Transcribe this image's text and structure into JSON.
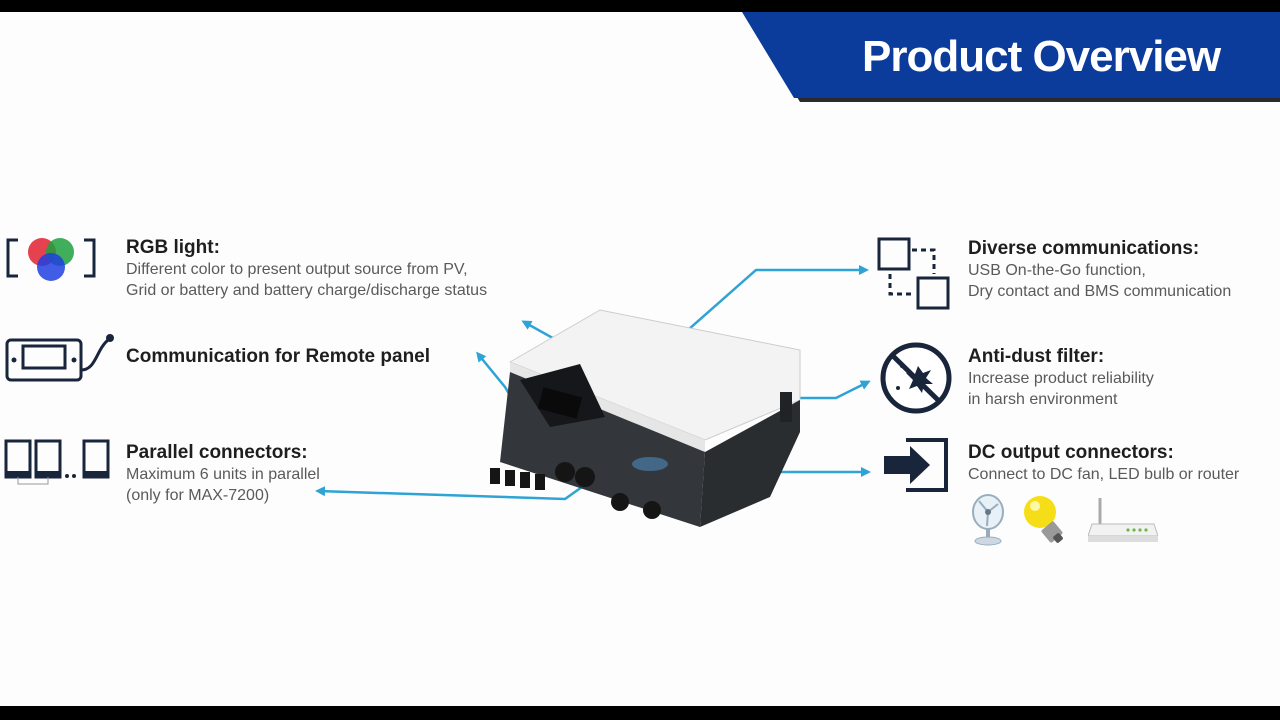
{
  "page": {
    "title": "Product Overview"
  },
  "colors": {
    "banner": "#0b3c9c",
    "banner_shadow": "#2a2a2a",
    "leader": "#2ea3d6"
  },
  "features": {
    "rgb": {
      "title": "RGB light:",
      "desc1": "Different color to present output source from PV,",
      "desc2": "Grid or battery and battery charge/discharge status",
      "icon": "rgb-color-circles-icon"
    },
    "remote": {
      "title": "Communication for Remote panel",
      "icon": "remote-panel-icon"
    },
    "parallel": {
      "title": "Parallel connectors:",
      "desc1": "Maximum 6 units in parallel",
      "desc2": "(only for MAX-7200)",
      "icon": "parallel-units-icon"
    },
    "comm": {
      "title": "Diverse communications:",
      "desc1": "USB On-the-Go function,",
      "desc2": "Dry contact and  BMS communication",
      "icon": "dashed-connection-icon"
    },
    "dust": {
      "title": "Anti-dust filter:",
      "desc1": "Increase product reliability",
      "desc2": "in harsh environment",
      "icon": "no-dust-icon"
    },
    "dc": {
      "title": "DC output connectors:",
      "desc1": "Connect to DC fan, LED bulb or router",
      "icon": "dc-output-arrow-icon",
      "devices": [
        "fan-icon",
        "led-bulb-icon",
        "router-icon"
      ]
    }
  }
}
